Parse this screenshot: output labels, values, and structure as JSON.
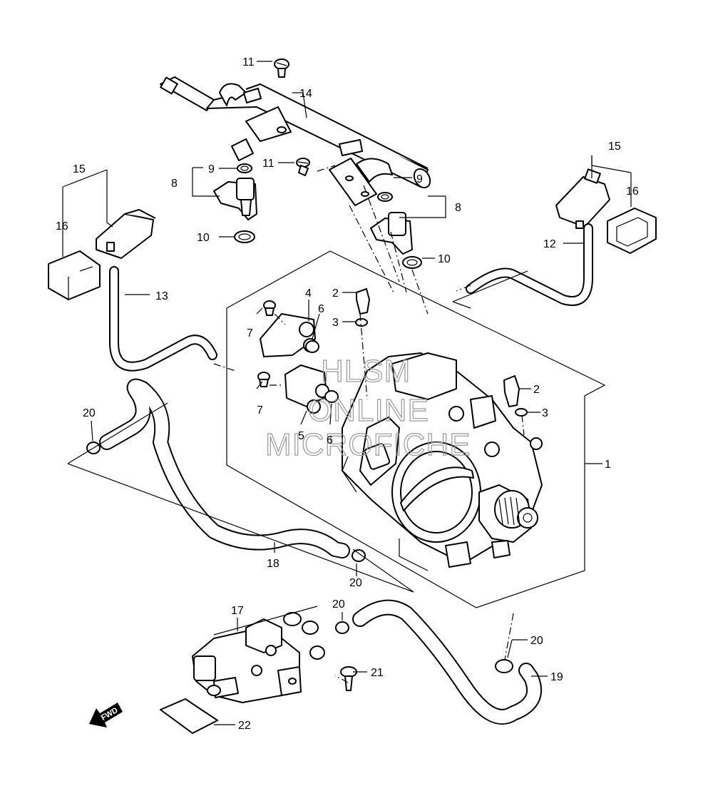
{
  "watermark": {
    "line1": "HLSM",
    "line2": "ONLINE",
    "line3": "MICROFICHE"
  },
  "fwd_label": "FWD",
  "callouts": {
    "c1": "1",
    "c2a": "2",
    "c2b": "2",
    "c3a": "3",
    "c3b": "3",
    "c4": "4",
    "c5": "5",
    "c6a": "6",
    "c6b": "6",
    "c7a": "7",
    "c7b": "7",
    "c8a": "8",
    "c8b": "8",
    "c9a": "9",
    "c9b": "9",
    "c10a": "10",
    "c10b": "10",
    "c11a": "11",
    "c11b": "11",
    "c12": "12",
    "c13": "13",
    "c14": "14",
    "c15a": "15",
    "c15b": "15",
    "c16a": "16",
    "c16b": "16",
    "c17": "17",
    "c18": "18",
    "c19": "19",
    "c20a": "20",
    "c20b": "20",
    "c20c": "20",
    "c20d": "20",
    "c21": "21",
    "c22": "22"
  }
}
